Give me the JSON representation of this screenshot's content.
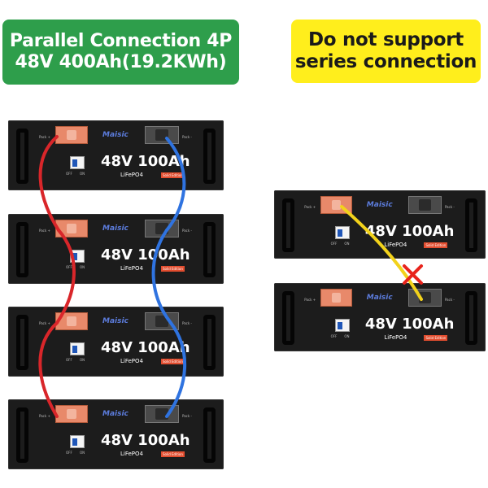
{
  "banners": {
    "parallel": {
      "line1": "Parallel Connection 4P",
      "line2": "48V 400Ah(19.2KWh)"
    },
    "warning": {
      "line1": "Do not support",
      "line2": "series connection"
    }
  },
  "battery": {
    "brand": "Maisic",
    "capacity": "48V 100Ah",
    "chemistry": "LiFePO4",
    "edition": "Solid Edition",
    "port_pos": "Pack +",
    "port_neg": "Pack -",
    "breaker_off": "OFF",
    "breaker_on": "ON"
  },
  "colors": {
    "green_banner": "#2e9e4b",
    "yellow_banner": "#ffee1c",
    "positive_cable": "#d9262a",
    "negative_cable": "#2f73e0",
    "series_cable": "#f2d21b",
    "cross_mark": "#e8231c"
  },
  "icons": {
    "not_allowed": "cross-mark-icon"
  }
}
